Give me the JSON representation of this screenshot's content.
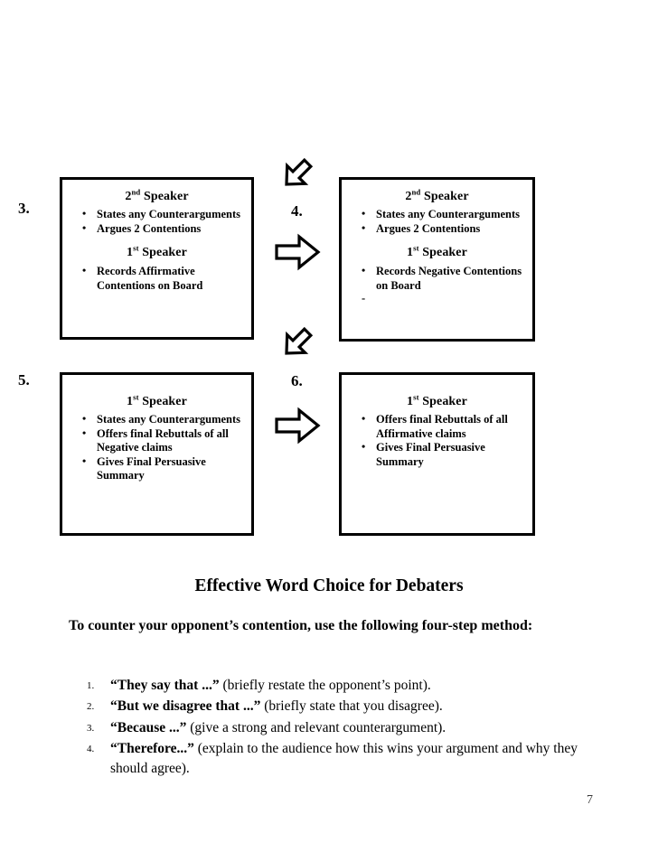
{
  "flow": {
    "steps": [
      {
        "number": "3.",
        "headings": {
          "primary_prefix": "2",
          "primary_sup": "nd",
          "primary_word": "Speaker",
          "secondary_prefix": "1",
          "secondary_sup": "st",
          "secondary_word": "Speaker"
        },
        "bullets_primary": [
          "States any Counterarguments",
          "Argues 2 Contentions"
        ],
        "bullets_secondary": [
          "Records Affirmative Contentions on Board"
        ],
        "trailing_mark": ""
      },
      {
        "number": "4.",
        "headings": {
          "primary_prefix": "2",
          "primary_sup": "nd",
          "primary_word": "Speaker",
          "secondary_prefix": "1",
          "secondary_sup": "st",
          "secondary_word": "Speaker"
        },
        "bullets_primary": [
          "States any Counterarguments",
          "Argues 2 Contentions"
        ],
        "bullets_secondary": [
          "Records Negative Contentions on Board"
        ],
        "trailing_mark": "-"
      },
      {
        "number": "5.",
        "headings": {
          "primary_prefix": "1",
          "primary_sup": "st",
          "primary_word": "Speaker"
        },
        "bullets_primary": [
          "States any Counterarguments",
          "Offers final Rebuttals of all Negative claims",
          "Gives Final Persuasive Summary"
        ]
      },
      {
        "number": "6.",
        "headings": {
          "primary_prefix": "1",
          "primary_sup": "st",
          "primary_word": "Speaker"
        },
        "bullets_primary": [
          "Offers final Rebuttals of all Affirmative claims",
          "Gives Final Persuasive Summary"
        ]
      }
    ],
    "arrows": [
      {
        "name": "arrow-diagonal-down-left-1",
        "direction": "down-left"
      },
      {
        "name": "arrow-right-1",
        "direction": "right"
      },
      {
        "name": "arrow-diagonal-down-left-2",
        "direction": "down-left"
      },
      {
        "name": "arrow-right-2",
        "direction": "right"
      }
    ]
  },
  "content": {
    "section_title": "Effective Word Choice for Debaters",
    "intro": "To counter your opponent’s contention, use the following four-step method:",
    "steps": [
      {
        "marker": "1.",
        "lead": "“They say that ...”",
        "rest": " (briefly restate the opponent’s point)."
      },
      {
        "marker": "2.",
        "lead": "“But we disagree that ...”",
        "rest": " (briefly state that you disagree)."
      },
      {
        "marker": "3.",
        "lead": "“Because ...”",
        "rest": " (give a strong and relevant counterargument)."
      },
      {
        "marker": "4.",
        "lead": "“Therefore...”",
        "rest": " (explain to the audience how this wins your argument and why they should agree)."
      }
    ]
  },
  "footer": {
    "page_number": "7"
  },
  "colors": {
    "ink": "#000000",
    "page_background": "#ffffff",
    "page_number": "#3a3a3a"
  }
}
